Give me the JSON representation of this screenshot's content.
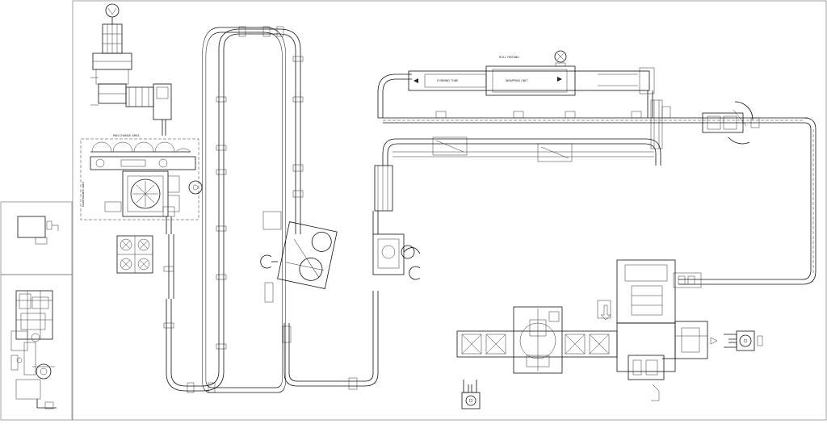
{
  "drawing": {
    "labels": {
      "pan_change_area": "PAN CHANGE AREA",
      "maintenance_area": "MAINTENANCE AREA",
      "roll_feeding": "ROLL FEEDING",
      "forming_tube": "FORMING TUBE",
      "wrapping_unit": "WRAPPING UNIT"
    }
  },
  "colors": {
    "line": "#111111",
    "background": "#ffffff",
    "frame": "#666666"
  }
}
